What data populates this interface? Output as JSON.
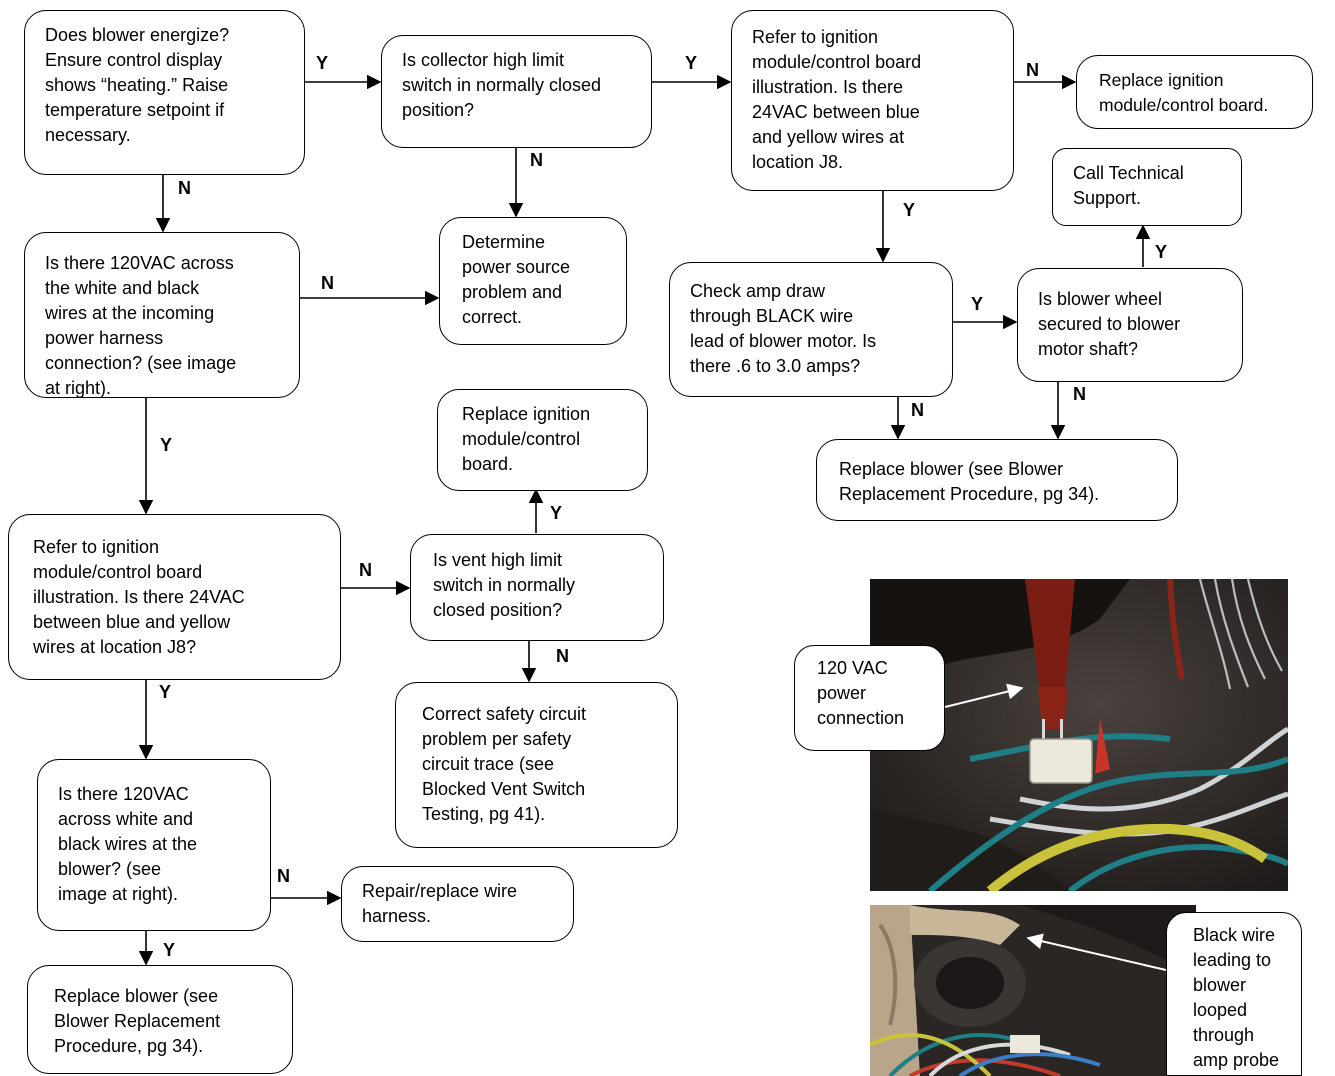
{
  "boxes": {
    "blower_energize": "Does blower energize?\nEnsure control display\nshows “heating.” Raise\ntemperature setpoint if\nnecessary.",
    "collector_high_limit": "Is collector high limit\nswitch in normally closed\nposition?",
    "refer_j8_top": "Refer to ignition\nmodule/control board\nillustration. Is there\n24VAC between blue\nand yellow wires at\nlocation J8.",
    "replace_board_top": "Replace ignition\nmodule/control board.",
    "call_support": "Call Technical\nSupport.",
    "check_120_incoming": "Is there 120VAC across\nthe white and black\nwires at the incoming\npower harness\nconnection? (see image\nat right).",
    "power_source": "Determine\npower source\nproblem and\ncorrect.",
    "check_amp_draw": "Check amp draw\nthrough BLACK wire\nlead of blower motor. Is\nthere .6 to 3.0 amps?",
    "wheel_secured": "Is blower wheel\nsecured to blower\nmotor shaft?",
    "replace_blower_right": "Replace blower (see Blower\nReplacement Procedure, pg 34).",
    "replace_board_mid": "Replace ignition\nmodule/control\nboard.",
    "refer_j8_left": "Refer to ignition\nmodule/control board\nillustration. Is there 24VAC\nbetween blue and yellow\nwires at location J8?",
    "vent_high_limit": "Is vent high limit\nswitch in normally\nclosed position?",
    "safety_circuit": "Correct safety circuit\nproblem per safety\ncircuit trace (see\nBlocked Vent Switch\nTesting, pg 41).",
    "check_120_blower": "Is there 120VAC\nacross white and\nblack wires at the\nblower? (see\nimage at right).",
    "repair_harness": "Repair/replace wire\nharness.",
    "replace_blower_bottom": "Replace blower (see\nBlower Replacement\nProcedure, pg 34)."
  },
  "labels": {
    "yes": "Y",
    "no": "N"
  },
  "photos": {
    "power_connection_callout": "120 VAC\npower\nconnection",
    "amp_probe_callout": "Black wire\nleading to\nblower\nlooped\nthrough\namp probe"
  },
  "colors": {
    "line": "#000000",
    "photo_dark": "#2a2624",
    "probe_red": "#8a2418",
    "wire_teal": "#1e7f86",
    "wire_yellow": "#c9c23a"
  }
}
